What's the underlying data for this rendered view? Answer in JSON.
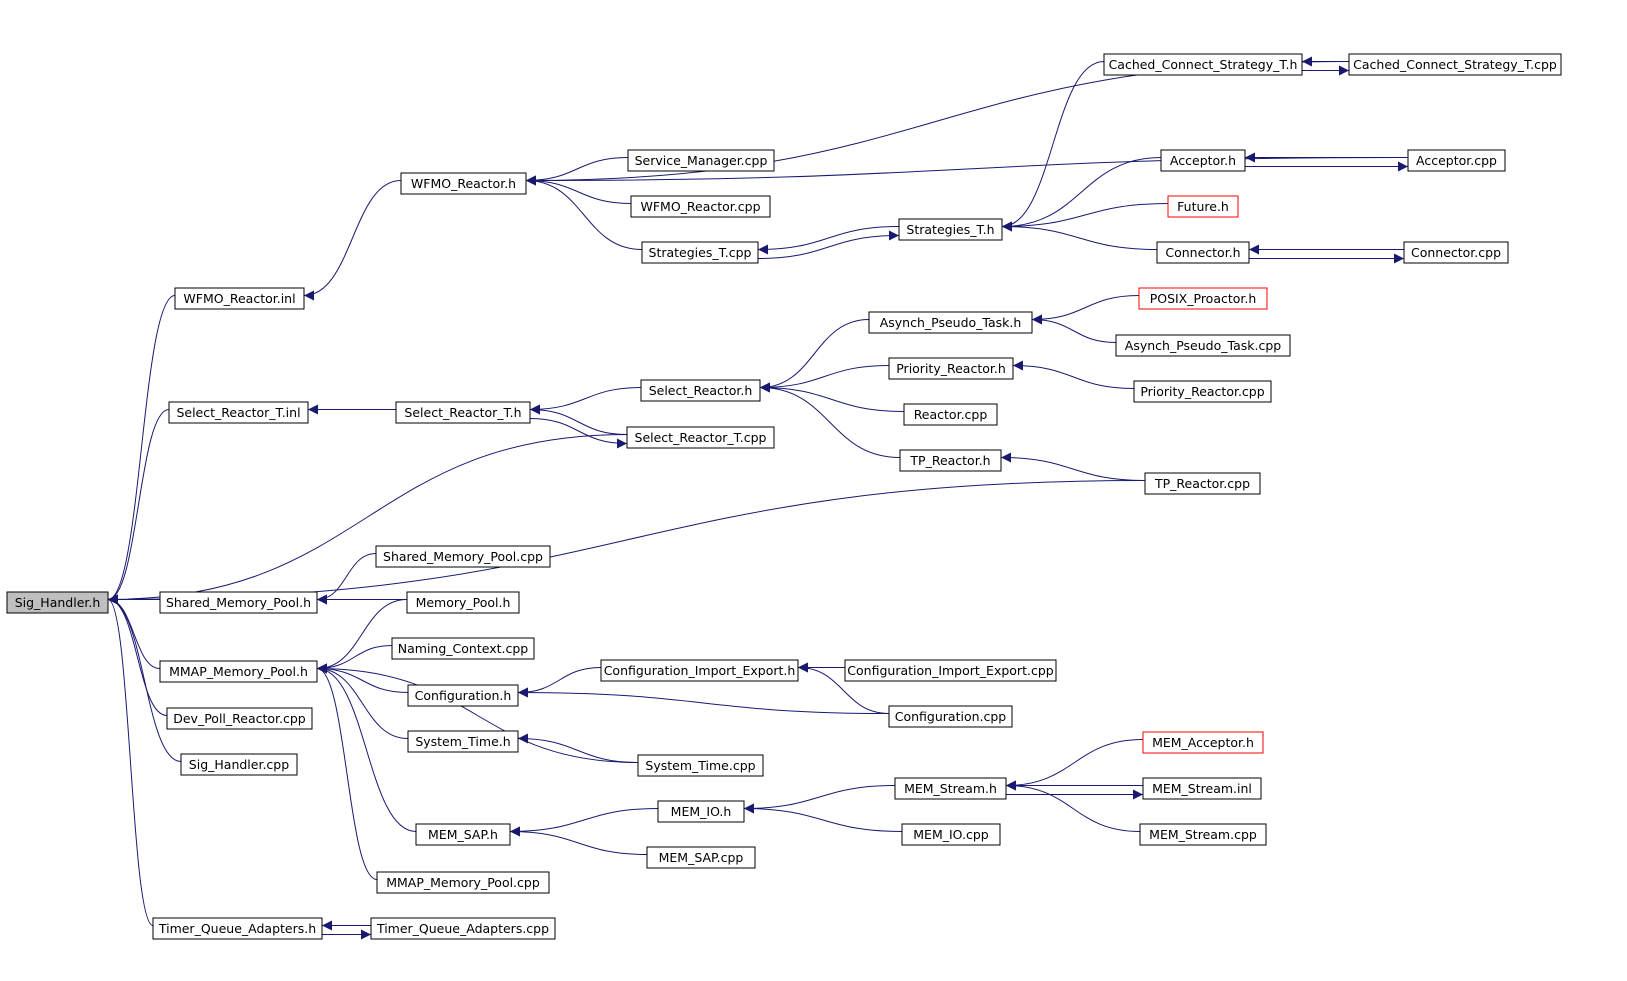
{
  "graph": {
    "edge_color": "#191970",
    "root_fill": "#bfbfbf",
    "external_border": "#ff0000",
    "nodes": [
      {
        "id": "sig_handler_h",
        "label": "Sig_Handler.h",
        "kind": "root"
      },
      {
        "id": "wfmo_reactor_inl",
        "label": "WFMO_Reactor.inl"
      },
      {
        "id": "select_reactor_t_inl",
        "label": "Select_Reactor_T.inl"
      },
      {
        "id": "shared_memory_pool_h",
        "label": "Shared_Memory_Pool.h"
      },
      {
        "id": "mmap_memory_pool_h",
        "label": "MMAP_Memory_Pool.h"
      },
      {
        "id": "dev_poll_reactor_cpp",
        "label": "Dev_Poll_Reactor.cpp"
      },
      {
        "id": "sig_handler_cpp",
        "label": "Sig_Handler.cpp"
      },
      {
        "id": "timer_queue_adapters_h",
        "label": "Timer_Queue_Adapters.h"
      },
      {
        "id": "wfmo_reactor_h",
        "label": "WFMO_Reactor.h"
      },
      {
        "id": "select_reactor_t_h",
        "label": "Select_Reactor_T.h"
      },
      {
        "id": "shared_memory_pool_cpp",
        "label": "Shared_Memory_Pool.cpp"
      },
      {
        "id": "memory_pool_h",
        "label": "Memory_Pool.h"
      },
      {
        "id": "naming_context_cpp",
        "label": "Naming_Context.cpp"
      },
      {
        "id": "configuration_h",
        "label": "Configuration.h"
      },
      {
        "id": "system_time_h",
        "label": "System_Time.h"
      },
      {
        "id": "mem_sap_h",
        "label": "MEM_SAP.h"
      },
      {
        "id": "mmap_memory_pool_cpp",
        "label": "MMAP_Memory_Pool.cpp"
      },
      {
        "id": "timer_queue_adapters_cpp",
        "label": "Timer_Queue_Adapters.cpp"
      },
      {
        "id": "service_manager_cpp",
        "label": "Service_Manager.cpp"
      },
      {
        "id": "wfmo_reactor_cpp",
        "label": "WFMO_Reactor.cpp"
      },
      {
        "id": "strategies_t_cpp",
        "label": "Strategies_T.cpp"
      },
      {
        "id": "select_reactor_h",
        "label": "Select_Reactor.h"
      },
      {
        "id": "select_reactor_t_cpp",
        "label": "Select_Reactor_T.cpp"
      },
      {
        "id": "configuration_import_export_h",
        "label": "Configuration_Import_Export.h"
      },
      {
        "id": "system_time_cpp",
        "label": "System_Time.cpp"
      },
      {
        "id": "mem_io_h",
        "label": "MEM_IO.h"
      },
      {
        "id": "mem_sap_cpp",
        "label": "MEM_SAP.cpp"
      },
      {
        "id": "strategies_t_h",
        "label": "Strategies_T.h"
      },
      {
        "id": "asynch_pseudo_task_h",
        "label": "Asynch_Pseudo_Task.h"
      },
      {
        "id": "priority_reactor_h",
        "label": "Priority_Reactor.h"
      },
      {
        "id": "reactor_cpp",
        "label": "Reactor.cpp"
      },
      {
        "id": "tp_reactor_h",
        "label": "TP_Reactor.h"
      },
      {
        "id": "configuration_import_export_cpp",
        "label": "Configuration_Import_Export.cpp"
      },
      {
        "id": "configuration_cpp",
        "label": "Configuration.cpp"
      },
      {
        "id": "mem_stream_h",
        "label": "MEM_Stream.h"
      },
      {
        "id": "mem_io_cpp",
        "label": "MEM_IO.cpp"
      },
      {
        "id": "cached_connect_strategy_t_h",
        "label": "Cached_Connect_Strategy_T.h"
      },
      {
        "id": "acceptor_h",
        "label": "Acceptor.h"
      },
      {
        "id": "future_h",
        "label": "Future.h",
        "kind": "external"
      },
      {
        "id": "connector_h",
        "label": "Connector.h"
      },
      {
        "id": "posix_proactor_h",
        "label": "POSIX_Proactor.h",
        "kind": "external"
      },
      {
        "id": "asynch_pseudo_task_cpp",
        "label": "Asynch_Pseudo_Task.cpp"
      },
      {
        "id": "priority_reactor_cpp",
        "label": "Priority_Reactor.cpp"
      },
      {
        "id": "tp_reactor_cpp",
        "label": "TP_Reactor.cpp"
      },
      {
        "id": "mem_acceptor_h",
        "label": "MEM_Acceptor.h",
        "kind": "external"
      },
      {
        "id": "mem_stream_inl",
        "label": "MEM_Stream.inl"
      },
      {
        "id": "mem_stream_cpp",
        "label": "MEM_Stream.cpp"
      },
      {
        "id": "cached_connect_strategy_t_cpp",
        "label": "Cached_Connect_Strategy_T.cpp"
      },
      {
        "id": "acceptor_cpp",
        "label": "Acceptor.cpp"
      },
      {
        "id": "connector_cpp",
        "label": "Connector.cpp"
      }
    ],
    "edges": [
      {
        "from": "wfmo_reactor_inl",
        "to": "sig_handler_h"
      },
      {
        "from": "select_reactor_t_inl",
        "to": "sig_handler_h"
      },
      {
        "from": "shared_memory_pool_h",
        "to": "sig_handler_h"
      },
      {
        "from": "mmap_memory_pool_h",
        "to": "sig_handler_h"
      },
      {
        "from": "dev_poll_reactor_cpp",
        "to": "sig_handler_h"
      },
      {
        "from": "sig_handler_cpp",
        "to": "sig_handler_h"
      },
      {
        "from": "timer_queue_adapters_h",
        "to": "sig_handler_h"
      },
      {
        "from": "select_reactor_t_cpp",
        "to": "sig_handler_h"
      },
      {
        "from": "tp_reactor_cpp",
        "to": "sig_handler_h"
      },
      {
        "from": "wfmo_reactor_h",
        "to": "wfmo_reactor_inl"
      },
      {
        "from": "service_manager_cpp",
        "to": "wfmo_reactor_h"
      },
      {
        "from": "wfmo_reactor_cpp",
        "to": "wfmo_reactor_h"
      },
      {
        "from": "strategies_t_cpp",
        "to": "wfmo_reactor_h"
      },
      {
        "from": "cached_connect_strategy_t_cpp",
        "to": "wfmo_reactor_h"
      },
      {
        "from": "acceptor_cpp",
        "to": "wfmo_reactor_h"
      },
      {
        "from": "strategies_t_h",
        "to": "strategies_t_cpp"
      },
      {
        "from": "strategies_t_cpp",
        "to": "strategies_t_h"
      },
      {
        "from": "cached_connect_strategy_t_h",
        "to": "strategies_t_h"
      },
      {
        "from": "acceptor_h",
        "to": "strategies_t_h"
      },
      {
        "from": "future_h",
        "to": "strategies_t_h"
      },
      {
        "from": "connector_h",
        "to": "strategies_t_h"
      },
      {
        "from": "cached_connect_strategy_t_cpp",
        "to": "cached_connect_strategy_t_h"
      },
      {
        "from": "cached_connect_strategy_t_h",
        "to": "cached_connect_strategy_t_cpp"
      },
      {
        "from": "acceptor_cpp",
        "to": "acceptor_h"
      },
      {
        "from": "acceptor_h",
        "to": "acceptor_cpp"
      },
      {
        "from": "connector_cpp",
        "to": "connector_h"
      },
      {
        "from": "connector_h",
        "to": "connector_cpp"
      },
      {
        "from": "select_reactor_t_h",
        "to": "select_reactor_t_inl"
      },
      {
        "from": "select_reactor_h",
        "to": "select_reactor_t_h"
      },
      {
        "from": "select_reactor_t_cpp",
        "to": "select_reactor_t_h"
      },
      {
        "from": "select_reactor_t_h",
        "to": "select_reactor_t_cpp"
      },
      {
        "from": "asynch_pseudo_task_h",
        "to": "select_reactor_h"
      },
      {
        "from": "priority_reactor_h",
        "to": "select_reactor_h"
      },
      {
        "from": "reactor_cpp",
        "to": "select_reactor_h"
      },
      {
        "from": "tp_reactor_h",
        "to": "select_reactor_h"
      },
      {
        "from": "posix_proactor_h",
        "to": "asynch_pseudo_task_h"
      },
      {
        "from": "asynch_pseudo_task_cpp",
        "to": "asynch_pseudo_task_h"
      },
      {
        "from": "priority_reactor_cpp",
        "to": "priority_reactor_h"
      },
      {
        "from": "tp_reactor_cpp",
        "to": "tp_reactor_h"
      },
      {
        "from": "shared_memory_pool_cpp",
        "to": "shared_memory_pool_h"
      },
      {
        "from": "memory_pool_h",
        "to": "shared_memory_pool_h"
      },
      {
        "from": "memory_pool_h",
        "to": "mmap_memory_pool_h"
      },
      {
        "from": "naming_context_cpp",
        "to": "mmap_memory_pool_h"
      },
      {
        "from": "configuration_h",
        "to": "mmap_memory_pool_h"
      },
      {
        "from": "system_time_h",
        "to": "mmap_memory_pool_h"
      },
      {
        "from": "mem_sap_h",
        "to": "mmap_memory_pool_h"
      },
      {
        "from": "mmap_memory_pool_cpp",
        "to": "mmap_memory_pool_h"
      },
      {
        "from": "system_time_cpp",
        "to": "mmap_memory_pool_h"
      },
      {
        "from": "configuration_import_export_h",
        "to": "configuration_h"
      },
      {
        "from": "configuration_cpp",
        "to": "configuration_h"
      },
      {
        "from": "configuration_import_export_cpp",
        "to": "configuration_import_export_h"
      },
      {
        "from": "configuration_cpp",
        "to": "configuration_import_export_h"
      },
      {
        "from": "system_time_cpp",
        "to": "system_time_h"
      },
      {
        "from": "mem_io_h",
        "to": "mem_sap_h"
      },
      {
        "from": "mem_sap_cpp",
        "to": "mem_sap_h"
      },
      {
        "from": "mem_stream_h",
        "to": "mem_io_h"
      },
      {
        "from": "mem_io_cpp",
        "to": "mem_io_h"
      },
      {
        "from": "mem_acceptor_h",
        "to": "mem_stream_h"
      },
      {
        "from": "mem_stream_inl",
        "to": "mem_stream_h"
      },
      {
        "from": "mem_stream_h",
        "to": "mem_stream_inl"
      },
      {
        "from": "mem_stream_cpp",
        "to": "mem_stream_h"
      },
      {
        "from": "timer_queue_adapters_cpp",
        "to": "timer_queue_adapters_h"
      },
      {
        "from": "timer_queue_adapters_h",
        "to": "timer_queue_adapters_cpp"
      }
    ]
  }
}
